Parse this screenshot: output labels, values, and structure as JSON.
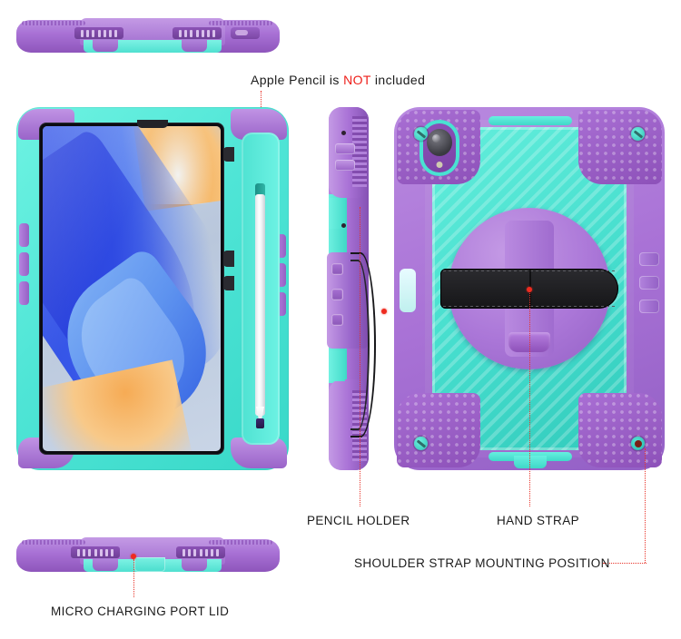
{
  "product": {
    "type": "rugged tablet case with kickstand, hand strap and pencil holder",
    "colors": {
      "primary_purple": "#a972d6",
      "secondary_teal": "#5ff0dd",
      "strap_black": "#1d1d1f",
      "callout_red": "#ee2b1f"
    },
    "views": [
      {
        "name": "top-edge-view",
        "description": "top edge showing speaker grilles and power button"
      },
      {
        "name": "front-view",
        "description": "front screen view with Apple Pencil in holder"
      },
      {
        "name": "side-view",
        "description": "side profile showing hand strap loop and volume buttons"
      },
      {
        "name": "back-view",
        "description": "back view with rotating disc, hand strap, kickstand and camera cutout"
      },
      {
        "name": "bottom-edge-view",
        "description": "bottom edge showing micro charging port lid and speaker grilles"
      }
    ]
  },
  "annotations": {
    "pencil_notice": {
      "prefix": "Apple Pencil is",
      "emphasis": "NOT",
      "suffix": "included"
    },
    "pencil_holder": "PENCIL HOLDER",
    "hand_strap": "HAND STRAP",
    "shoulder_strap": "SHOULDER STRAP MOUNTING POSITION",
    "charging_port": "MICRO CHARGING PORT LID"
  }
}
